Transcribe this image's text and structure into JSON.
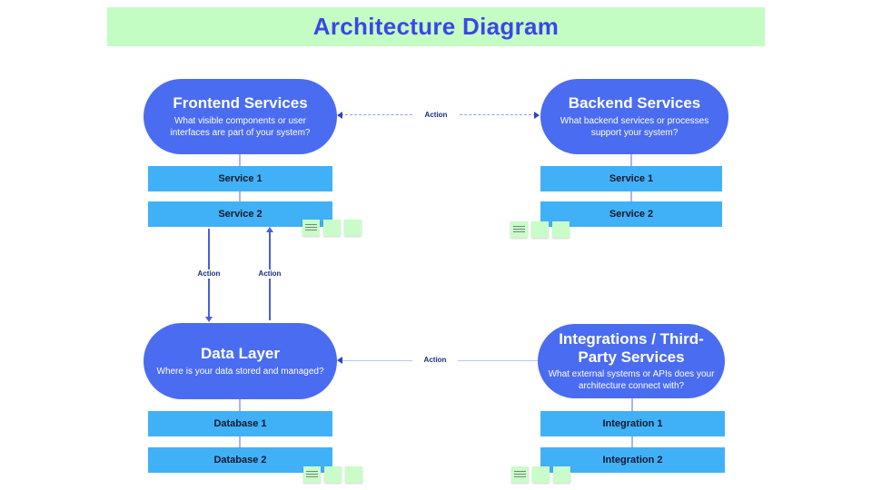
{
  "colors": {
    "banner-bg": "#C4FDC3",
    "banner-text": "#3B46E8",
    "pill-bg": "#4A6CF0",
    "pill-text": "#FFFFFF",
    "row-bg": "#41B1F7",
    "row-text": "#17172B",
    "sticky-bg": "#C9FCC9",
    "connector-dash": "#8C9DF3",
    "connector-stub": "#A8B4F6",
    "connector-strong": "#4A5ED8",
    "connector-light": "#B9C6F7",
    "arrowhead": "#3240C8",
    "action-text": "#1B2D80"
  },
  "banner": {
    "title": "Architecture Diagram"
  },
  "nodes": {
    "frontend": {
      "title": "Frontend Services",
      "subtitle": "What visible components or user interfaces are part of your system?",
      "rows": [
        "Service 1",
        "Service 2"
      ]
    },
    "backend": {
      "title": "Backend Services",
      "subtitle": "What backend services or processes support your system?",
      "rows": [
        "Service 1",
        "Service 2"
      ]
    },
    "data_layer": {
      "title": "Data Layer",
      "subtitle": "Where is your data stored and managed?",
      "rows": [
        "Database 1",
        "Database 2"
      ]
    },
    "integrations": {
      "title": "Integrations / Third-Party Services",
      "subtitle": "What external systems or APIs does your architecture connect with?",
      "rows": [
        "Integration 1",
        "Integration 2"
      ]
    }
  },
  "connectors": {
    "frontend_backend": {
      "label": "Action",
      "style": "dashed, arrows both ends"
    },
    "service_to_data": {
      "label": "Action",
      "style": "solid, arrow down into Data Layer"
    },
    "data_to_service": {
      "label": "Action",
      "style": "solid, arrow up into Service 2"
    },
    "integrations_to_data": {
      "label": "Action",
      "style": "light solid, arrow into Data Layer"
    }
  },
  "stickies": {
    "icon": "sticky-note-icon",
    "clusters": 4,
    "notes_per_cluster": 3,
    "first_note_has_text_scribble": true
  }
}
